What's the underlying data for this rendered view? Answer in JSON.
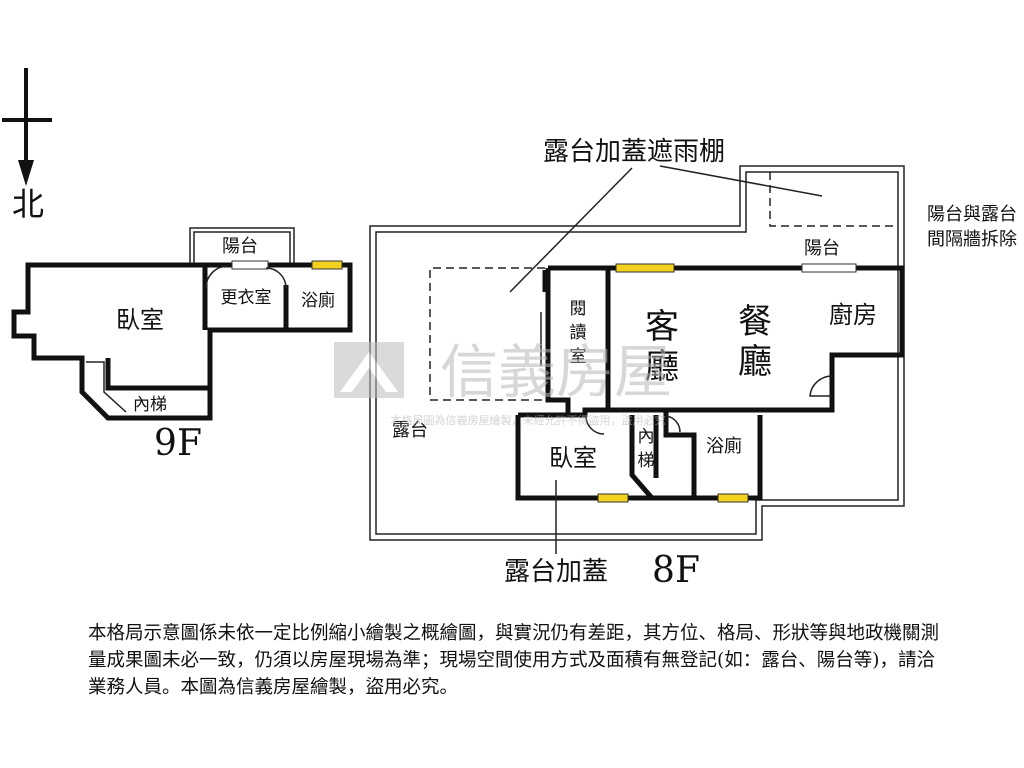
{
  "compass": {
    "north_label": "北"
  },
  "floor_9f": {
    "floor_label": "9F",
    "rooms": {
      "balcony": "陽台",
      "bedroom": "臥室",
      "closet": "更衣室",
      "bathroom": "浴廁",
      "stairs": "內梯"
    }
  },
  "floor_8f": {
    "floor_label": "8F",
    "rooms": {
      "balcony": "陽台",
      "reading_room": [
        "閱",
        "讀",
        "室"
      ],
      "living_room": [
        "客",
        "廳"
      ],
      "dining_room": [
        "餐",
        "廳"
      ],
      "kitchen": "廚房",
      "terrace": "露台",
      "bedroom": "臥室",
      "stairs": [
        "內",
        "梯"
      ],
      "bathroom": "浴廁"
    },
    "annotations": {
      "terrace_canopy": "露台加蓋遮雨棚",
      "wall_removed": [
        "陽台與露台",
        "間隔牆拆除"
      ],
      "terrace_addition": "露台加蓋"
    }
  },
  "watermark": {
    "brand": "信義房屋",
    "notice": "本格局圖為信義房屋繪製，未經允許不得盜用，盜用必究"
  },
  "disclaimer": "本格局示意圖係未依一定比例縮小繪製之概繪圖，與實況仍有差距，其方位、格局、形狀等與地政機關測量成果圖未必一致，仍須以房屋現場為準；現場空間使用方式及面積有無登記(如：露台、陽台等)，請洽業務人員。本圖為信義房屋繪製，盜用必究。",
  "colors": {
    "wall": "#111111",
    "window": "#f2d21e",
    "watermark": "#c8c8c8"
  }
}
